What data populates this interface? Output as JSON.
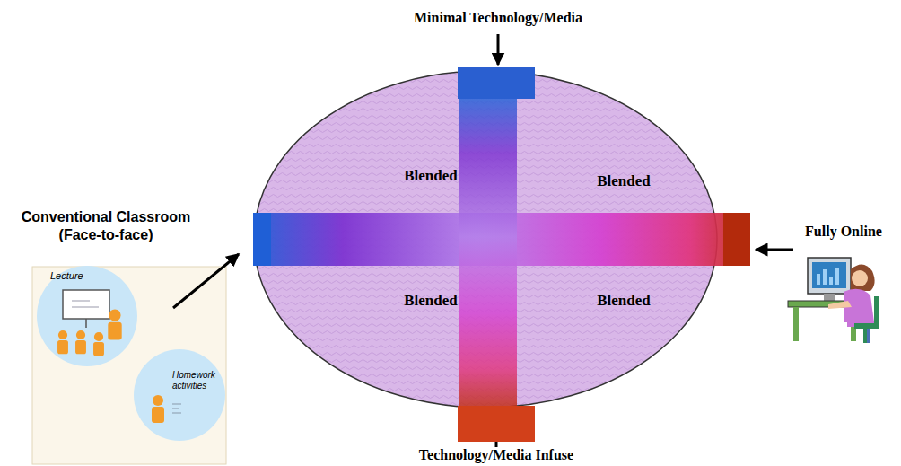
{
  "diagram": {
    "nodes": [
      {
        "text": [
          "Blended",
          "Blended",
          "Blended",
          "Blended"
        ]
      },
      {
        "text": [
          "Lecture"
        ]
      },
      {
        "text": [
          "Homework activities"
        ]
      }
    ],
    "labels": [
      "Minimal Technology/Media",
      "Conventional Classroom (Face-to-face)",
      "Fully Online",
      "Technology/Media Infuse"
    ]
  }
}
